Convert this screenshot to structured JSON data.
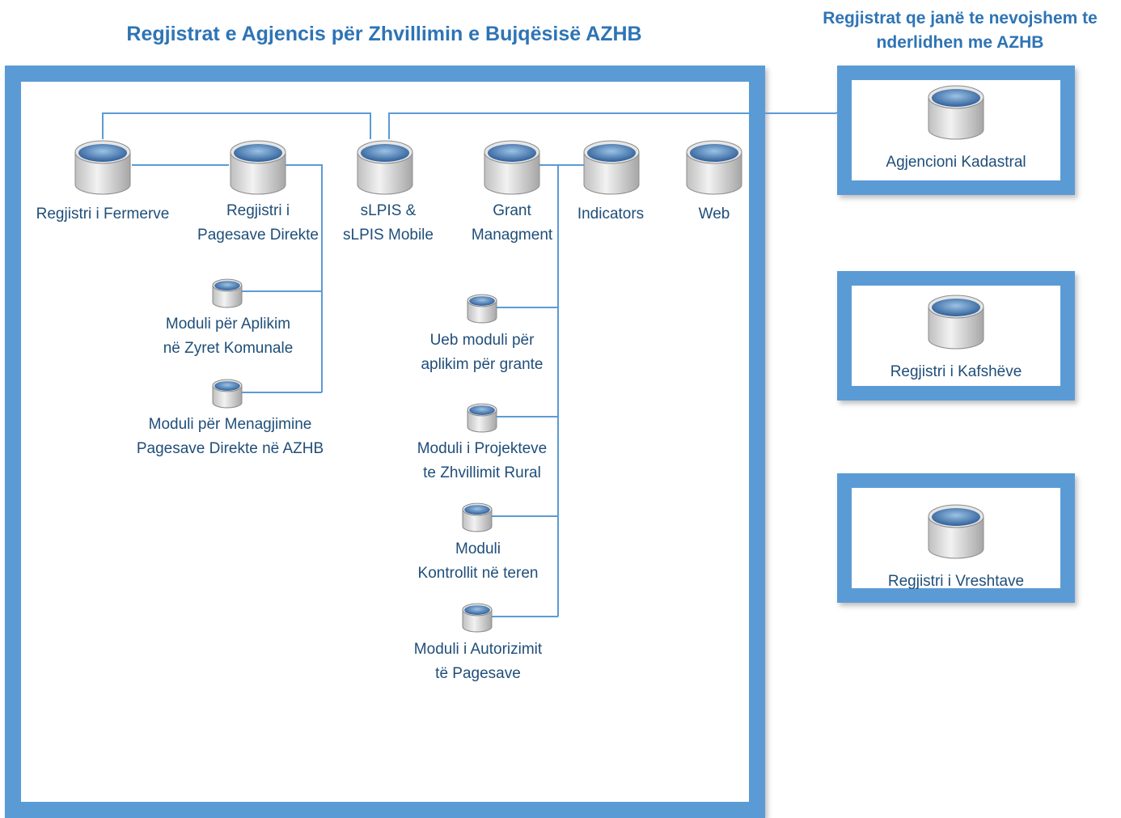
{
  "title": "Regjistrat e Agjencis për Zhvillimin e Bujqësisë  AZHB",
  "side_title": [
    "Regjistrat qe janë te nevojshem te",
    "nderlidhen me AZHB"
  ],
  "colors": {
    "frame": "#5b9bd5",
    "line": "#5b9bd5",
    "title": "#2e74b5",
    "label": "#1f4e79",
    "db_top": "#5f95cc",
    "db_body": "#d9d9d9"
  },
  "main_nodes": {
    "fermerve": {
      "lines": [
        "Regjistri i Fermerve"
      ]
    },
    "pagesave_direkte": {
      "lines": [
        "Regjistri i",
        "Pagesave Direkte"
      ]
    },
    "slpis": {
      "lines": [
        "sLPIS  &",
        "sLPIS Mobile"
      ]
    },
    "grant": {
      "lines": [
        "Grant",
        "Managment"
      ]
    },
    "indicators": {
      "lines": [
        "Indicators"
      ]
    },
    "web": {
      "lines": [
        "Web"
      ]
    }
  },
  "sub_modules": {
    "aplikim_zyret": {
      "lines": [
        "Moduli për Aplikim",
        "në Zyret Komunale"
      ]
    },
    "menagjimine": {
      "lines": [
        "Moduli për Menagjimine",
        "Pagesave Direkte në AZHB"
      ]
    },
    "ueb_grante": {
      "lines": [
        "Ueb moduli për",
        "aplikim për grante"
      ]
    },
    "projekteve": {
      "lines": [
        "Moduli i Projekteve",
        "te Zhvillimit Rural"
      ]
    },
    "kontrollit": {
      "lines": [
        "Moduli",
        "Kontrollit në teren"
      ]
    },
    "autorizimit": {
      "lines": [
        "Moduli i Autorizimit",
        "të Pagesave"
      ]
    }
  },
  "external_registries": {
    "kadastral": {
      "label": "Agjencioni Kadastral"
    },
    "kafsheve": {
      "label": "Regjistri i Kafshëve"
    },
    "vreshtave": {
      "label": "Regjistri i Vreshtave"
    }
  }
}
